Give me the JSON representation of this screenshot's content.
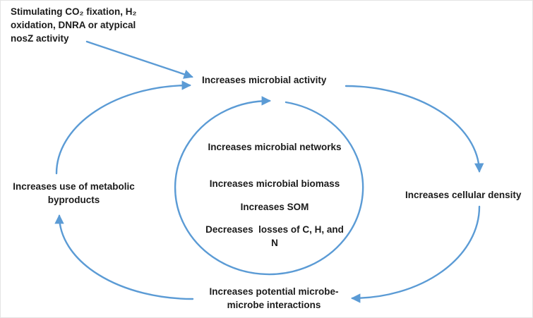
{
  "diagram": {
    "arrow_color": "#5B9BD5",
    "text_color": "#1b1b1b",
    "external_input": [
      "Stimulating CO₂ fixation, H₂",
      "oxidation, DNRA or atypical",
      "nosZ activity"
    ],
    "cycle": {
      "top": "Increases microbial activity",
      "right": "Increases cellular density",
      "bottom": [
        "Increases potential microbe-",
        "microbe interactions"
      ],
      "left": [
        "Increases use of metabolic",
        "byproducts"
      ]
    },
    "inner_circle": {
      "items": [
        "Increases microbial networks",
        "Increases microbial biomass",
        "Increases SOM",
        [
          "Decreases  losses of C, H, and",
          "N"
        ]
      ]
    }
  }
}
